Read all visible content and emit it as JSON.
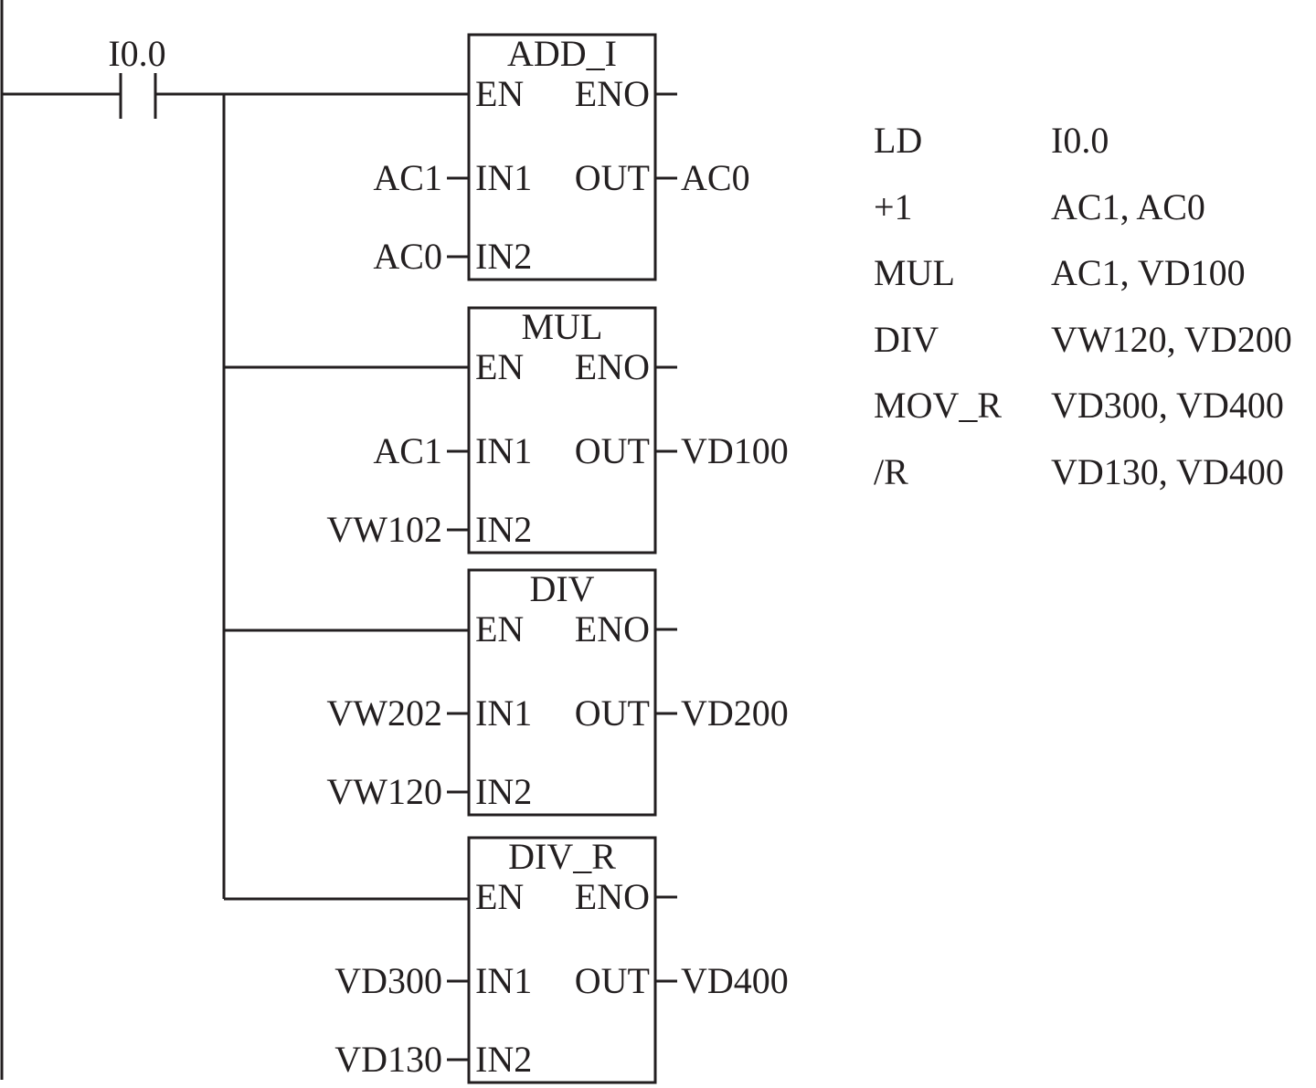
{
  "ladder": {
    "contact": {
      "label": "I0.0"
    },
    "pin_labels": {
      "en": "EN",
      "eno": "ENO",
      "in1": "IN1",
      "in2": "IN2",
      "out": "OUT"
    },
    "boxes": [
      {
        "title": "ADD_I",
        "in1": "AC1",
        "in2": "AC0",
        "out": "AC0"
      },
      {
        "title": "MUL",
        "in1": "AC1",
        "in2": "VW102",
        "out": "VD100"
      },
      {
        "title": "DIV",
        "in1": "VW202",
        "in2": "VW120",
        "out": "VD200"
      },
      {
        "title": "DIV_R",
        "in1": "VD300",
        "in2": "VD130",
        "out": "VD400"
      }
    ]
  },
  "stl": [
    {
      "op": "LD",
      "args": "I0.0"
    },
    {
      "op": "+1",
      "args": "AC1, AC0"
    },
    {
      "op": "MUL",
      "args": "AC1, VD100"
    },
    {
      "op": "DIV",
      "args": "VW120, VD200"
    },
    {
      "op": "MOV_R",
      "args": "VD300, VD400"
    },
    {
      "op": "/R",
      "args": "VD130, VD400"
    }
  ]
}
